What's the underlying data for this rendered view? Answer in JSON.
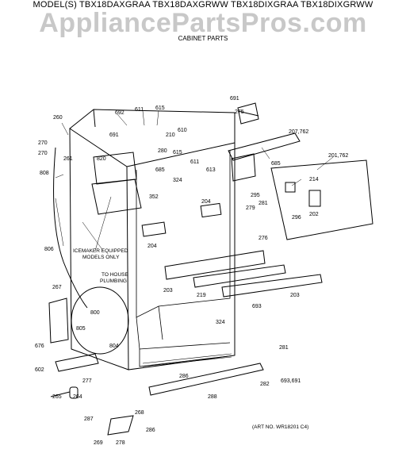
{
  "header": {
    "models": "MODEL(S) TBX18DAXGRAA  TBX18DAXGRWW  TBX18DIXGRAA  TBX18DIXGRWW",
    "watermark": "AppliancePartsPros.com",
    "section": "CABINET PARTS"
  },
  "notes": {
    "icemaker_line1": "ICEMAKER EQUIPPED",
    "icemaker_line2": "MODELS ONLY",
    "house_line1": "TO HOUSE",
    "house_line2": "PLUMBING",
    "art_no": "(ART NO. WR18201 C4)"
  },
  "parts": [
    "691",
    "275",
    "692",
    "611",
    "615",
    "691",
    "610",
    "260",
    "270",
    "270",
    "280",
    "210",
    "615",
    "611",
    "613",
    "207,762",
    "201,762",
    "685",
    "820",
    "685",
    "261",
    "324",
    "352",
    "808",
    "214",
    "295",
    "281",
    "279",
    "202",
    "296",
    "276",
    "204",
    "204",
    "806",
    "219",
    "203",
    "203",
    "693",
    "267",
    "800",
    "805",
    "324",
    "804",
    "676",
    "602",
    "281",
    "286",
    "277",
    "282",
    "693,691",
    "265",
    "264",
    "288",
    "287",
    "268",
    "286",
    "269",
    "278"
  ]
}
